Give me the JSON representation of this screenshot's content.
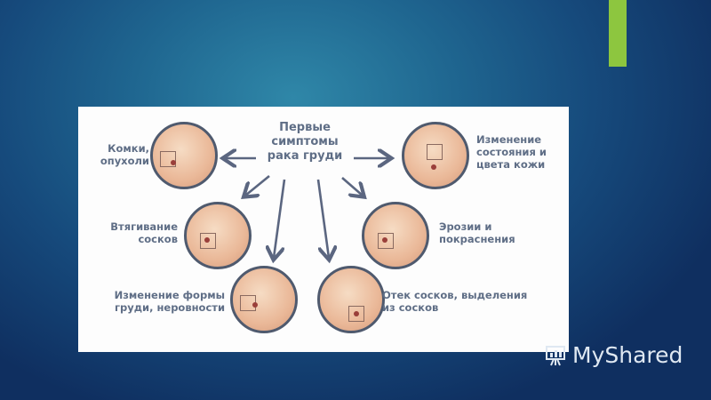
{
  "slide": {
    "accent_color": "#8dc63f",
    "figure": {
      "title": "Первые симптомы рака груди",
      "symptoms": [
        "Комки, опухоли",
        "Втягивание сосков",
        "Изменение формы груди, неровности",
        "Отек сосков, выделения из сосков",
        "Эрозии и покраснения",
        "Изменение состояния и цвета кожи"
      ]
    },
    "watermark": "MyShared"
  }
}
